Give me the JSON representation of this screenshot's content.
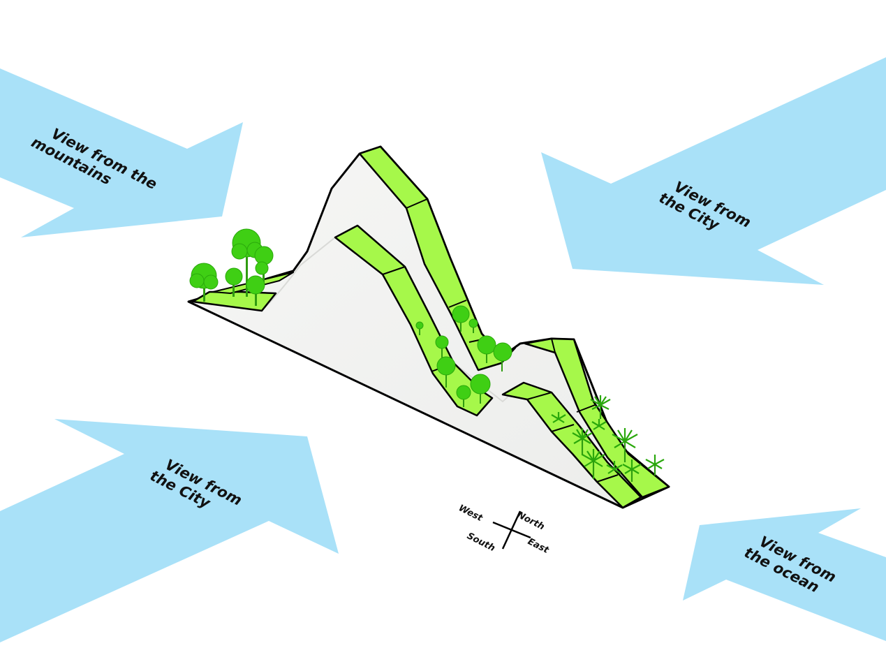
{
  "arrows": [
    {
      "line1": "View from the",
      "line2": "mountains"
    },
    {
      "line1": "View from",
      "line2": "the City"
    },
    {
      "line1": "View from",
      "line2": "the City"
    },
    {
      "line1": "View from",
      "line2": "the ocean"
    }
  ],
  "compass": {
    "north": "North",
    "south": "South",
    "east": "East",
    "west": "West"
  },
  "colors": {
    "arrow": "#a9e1f8",
    "green": "#a6f84a",
    "tree": "#3fcf14",
    "terrain": "#f2f3f1",
    "outline": "#000000"
  },
  "icons": [
    "broadleaf-tree-icon",
    "round-tree-icon",
    "palm-tree-icon"
  ]
}
